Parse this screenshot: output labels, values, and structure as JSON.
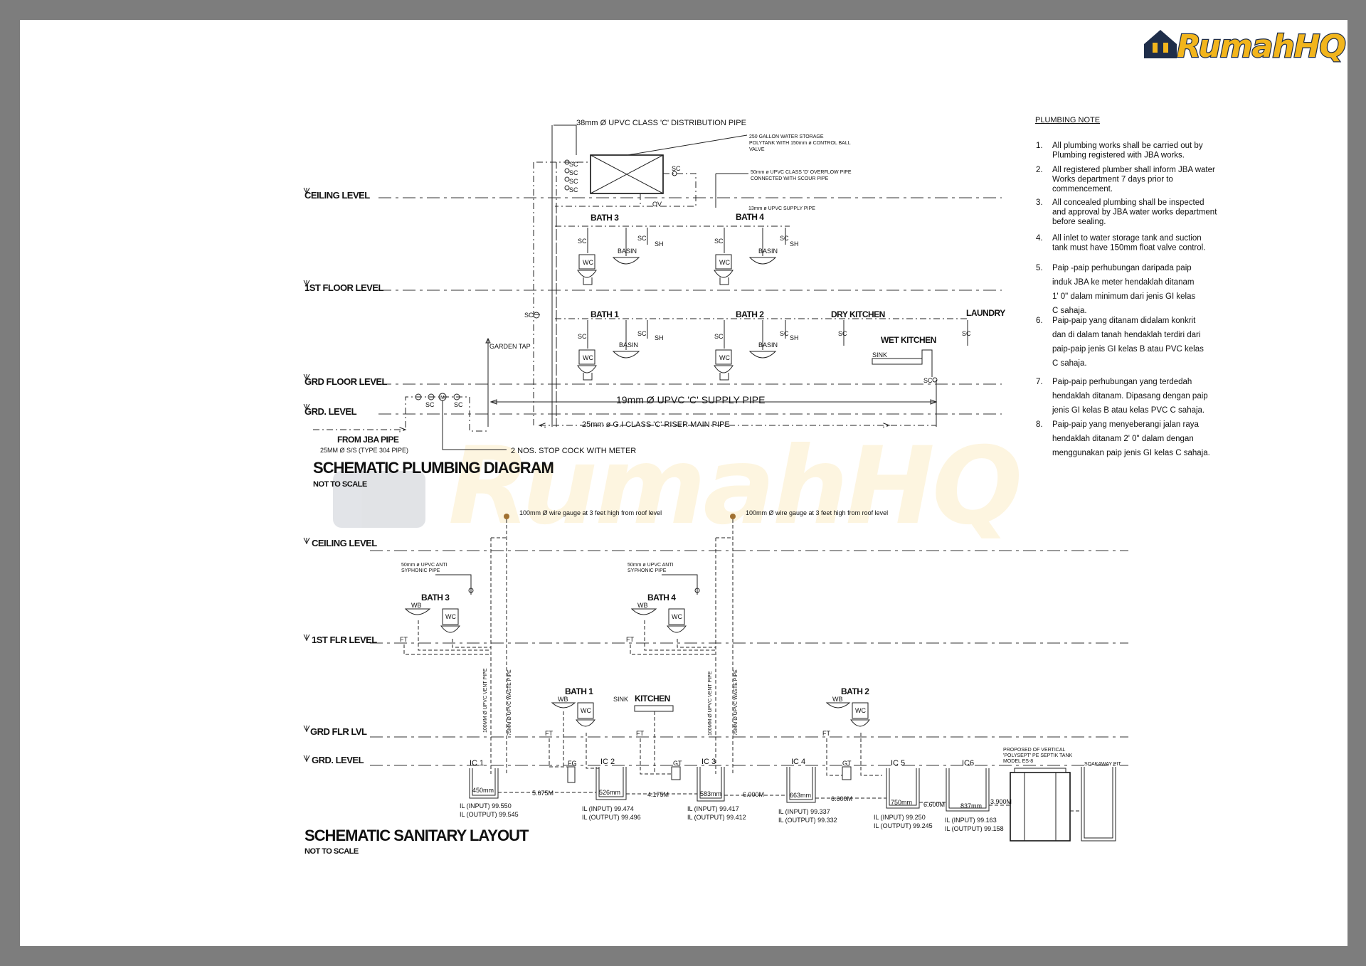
{
  "logo": {
    "text": "RumahHQ"
  },
  "watermark": {
    "text": "RumahHQ"
  },
  "plumbing": {
    "title": "SCHEMATIC PLUMBING DIAGRAM",
    "scale": "NOT TO SCALE",
    "levels": [
      "CEILING LEVEL",
      "1ST FLOOR LEVEL",
      "GRD FLOOR LEVEL",
      "GRD. LEVEL"
    ],
    "distribution_pipe": "38mm Ø UPVC CLASS 'C' DISTRIBUTION PIPE",
    "tank_note": [
      "250 GALLON WATER STORAGE",
      "POLYTANK WITH 150mm ø CONTROL BALL",
      "VALVE"
    ],
    "overflow_note": [
      "50mm ø UPVC CLASS 'D' OVERFLOW PIPE",
      "CONNECTED WITH SCOUR PIPE"
    ],
    "supply_13": "13mm ø UPVC SUPPLY PIPE",
    "rooms": {
      "bath1": "BATH 1",
      "bath2": "BATH 2",
      "bath3": "BATH 3",
      "bath4": "BATH 4",
      "dry_kitchen": "DRY KITCHEN",
      "laundry": "LAUNDRY",
      "wet_kitchen": "WET KITCHEN"
    },
    "garden_tap": "GARDEN TAP",
    "supply_pipe": "19mm Ø UPVC 'C' SUPPLY PIPE",
    "riser_pipe": "25mm ø G.I CLASS 'C' RISER MAIN PIPE",
    "from_jba": "FROM JBA PIPE",
    "jba_spec": "25MM Ø S/S (TYPE 304 PIPE)",
    "stop_cock": "2 NOS. STOP COCK WITH METER",
    "labels": {
      "sc": "SC",
      "ov": "OV",
      "wc": "WC",
      "basin": "BASIN",
      "sh": "SH",
      "sink": "SINK",
      "m": "M"
    }
  },
  "sanitary": {
    "title": "SCHEMATIC SANITARY LAYOUT",
    "scale": "NOT TO SCALE",
    "levels": [
      "CEILING LEVEL",
      "1ST FLR LEVEL",
      "GRD FLR LVL",
      "GRD. LEVEL"
    ],
    "wire_gauge": "100mm Ø wire gauge at 3 feet high from roof level",
    "anti_syphonic": [
      "50mm ø UPVC ANTI",
      "SYPHONIC PIPE"
    ],
    "vent_pipe": "100MM Ø UPVC VENT PIPE",
    "waste_pipe": "75MM Ø UPVC WASTE PIPE",
    "labels": {
      "wb": "WB",
      "wc": "WC",
      "ft": "FT",
      "fg": "FG",
      "gt": "GT",
      "sink": "SINK",
      "kitchen": "KITCHEN"
    },
    "chambers": [
      {
        "name": "IC 1",
        "depth": "450mm",
        "il_in": "IL (INPUT) 99.550",
        "il_out": "IL (OUTPUT) 99.545"
      },
      {
        "name": "IC 2",
        "depth": "526mm",
        "il_in": "IL (INPUT) 99.474",
        "il_out": "IL (OUTPUT) 99.496"
      },
      {
        "name": "IC 3",
        "depth": "583mm",
        "il_in": "IL (INPUT) 99.417",
        "il_out": "IL (OUTPUT) 99.412"
      },
      {
        "name": "IC 4",
        "depth": "663mm",
        "il_in": "IL (INPUT) 99.337",
        "il_out": "IL (OUTPUT) 99.332"
      },
      {
        "name": "IC 5",
        "depth": "750mm",
        "il_in": "IL (INPUT) 99.250",
        "il_out": "IL (OUTPUT) 99.245"
      },
      {
        "name": "IC6",
        "depth": "837mm",
        "il_in": "IL (INPUT) 99.163",
        "il_out": "IL (OUTPUT) 99.158"
      }
    ],
    "distances": [
      "5.675M",
      "4.175M",
      "6.000M",
      "6.600M",
      "6.600M",
      "3.900M"
    ],
    "septic": [
      "PROPOSED OF VERTICAL",
      "'POLYSEPT' PE SEPTIK TANK",
      "MODEL ES-8"
    ],
    "soakaway": "SOAKAWAY PIT"
  },
  "notes": {
    "title": "PLUMBING NOTE",
    "items": [
      {
        "n": "1.",
        "lines": [
          "All plumbing works shall be carried out by",
          "Plumbing registered with JBA works."
        ]
      },
      {
        "n": "2.",
        "lines": [
          "All registered plumber shall inform JBA water",
          "Works department 7 days prior to",
          "commencement."
        ]
      },
      {
        "n": "3.",
        "lines": [
          "All concealed plumbing shall be inspected",
          "and approval by JBA water works department",
          "before sealing."
        ]
      },
      {
        "n": "4.",
        "lines": [
          "All inlet to water storage tank and suction",
          "tank must have 150mm float valve control."
        ]
      },
      {
        "n": "5.",
        "lines": [
          "Paip -paip perhubungan daripada paip",
          "induk JBA ke meter hendaklah ditanam",
          "1' 0\" dalam minimum dari jenis GI kelas",
          "C sahaja."
        ]
      },
      {
        "n": "6.",
        "lines": [
          "Paip-paip yang ditanam didalam konkrit",
          "dan di dalam tanah hendaklah terdiri dari",
          "paip-paip jenis GI kelas B atau PVC kelas",
          "C sahaja."
        ]
      },
      {
        "n": "7.",
        "lines": [
          "Paip-paip perhubungan yang terdedah",
          "hendaklah ditanam. Dipasang dengan paip",
          "jenis GI kelas B atau kelas PVC C sahaja."
        ]
      },
      {
        "n": "8.",
        "lines": [
          "Paip-paip yang menyeberangi jalan raya",
          "hendaklah ditanam 2' 0\" dalam dengan",
          "menggunakan paip jenis GI kelas C sahaja."
        ]
      }
    ]
  }
}
